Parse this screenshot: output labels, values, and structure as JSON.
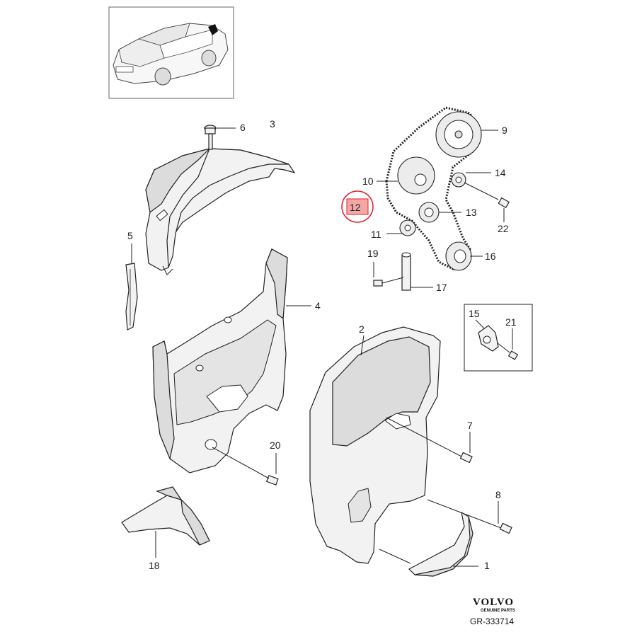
{
  "diagram": {
    "callouts": [
      "1",
      "2",
      "3",
      "4",
      "5",
      "6",
      "7",
      "8",
      "9",
      "10",
      "11",
      "12",
      "13",
      "14",
      "15",
      "16",
      "17",
      "18",
      "19",
      "20",
      "21",
      "22"
    ],
    "highlighted_callout": "12",
    "highlight_color": "#e0202a",
    "highlight_fill": "#f4a7a7"
  },
  "brand": {
    "logo_text": "VOLVO",
    "logo_subtext": "GENUINE PARTS",
    "reference": "GR-333714"
  }
}
